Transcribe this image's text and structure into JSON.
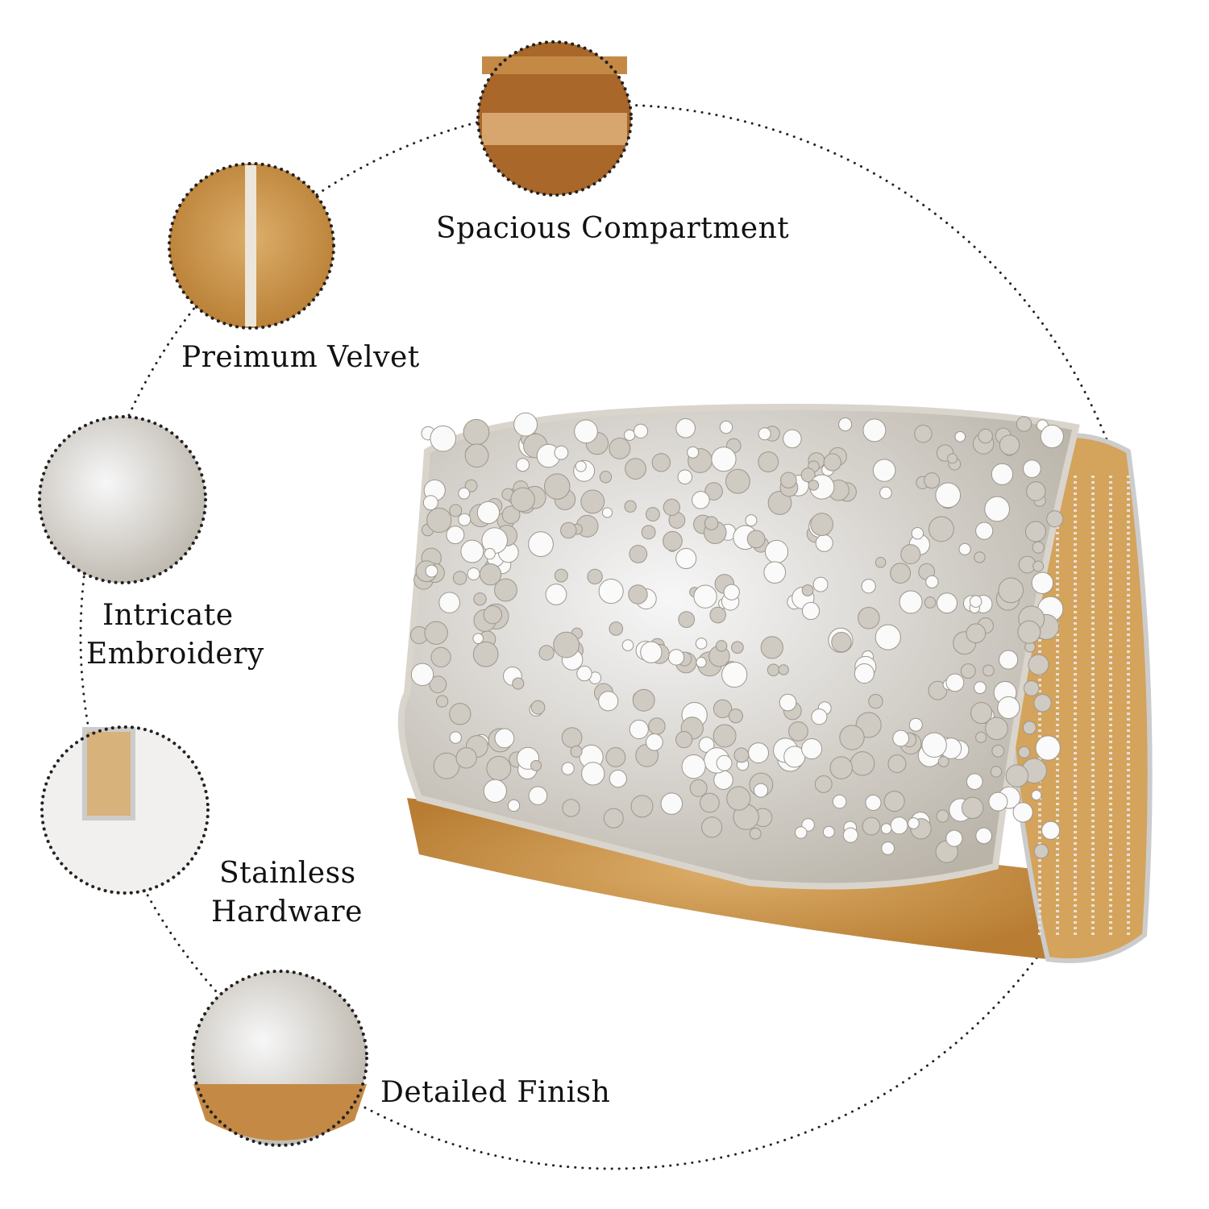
{
  "features": [
    {
      "id": "compartment",
      "lines": [
        "Spacious Compartment"
      ]
    },
    {
      "id": "velvet",
      "lines": [
        "Preimum Velvet"
      ]
    },
    {
      "id": "embroidery",
      "lines": [
        "Intricate",
        "Embroidery"
      ]
    },
    {
      "id": "hardware",
      "lines": [
        "Stainless",
        "Hardware"
      ]
    },
    {
      "id": "finish",
      "lines": [
        "Detailed Finish"
      ]
    }
  ],
  "colors": {
    "velvet": "#c8903f",
    "velvet_light": "#dcae6a",
    "crystal": "#e9e9ec",
    "dots": "#222222"
  }
}
